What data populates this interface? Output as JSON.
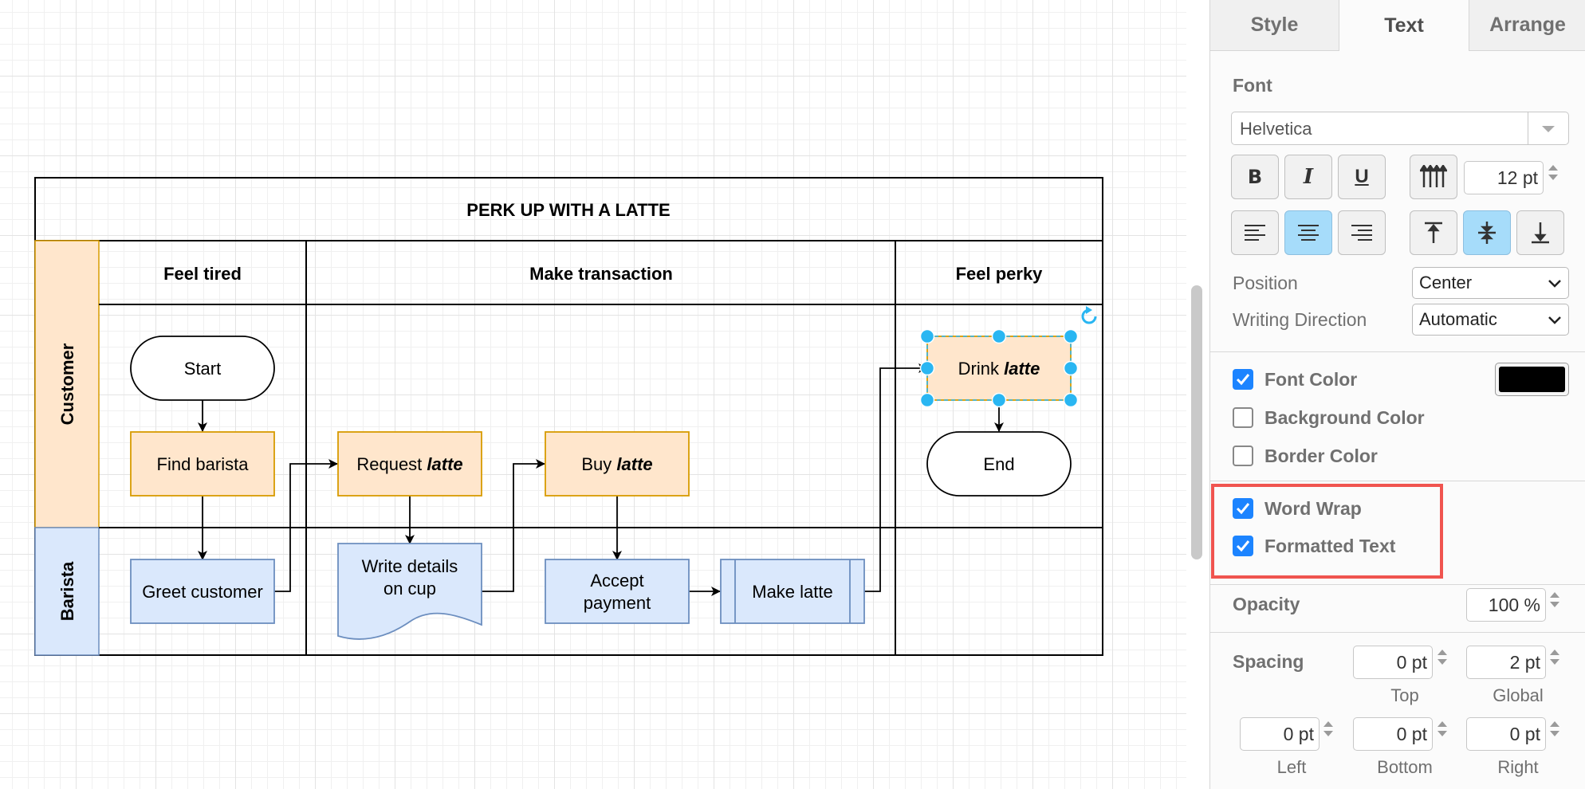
{
  "diagram": {
    "title": "PERK UP WITH A LATTE",
    "lanes": [
      "Customer",
      "Barista"
    ],
    "phases": [
      "Feel tired",
      "Make transaction",
      "Feel perky"
    ],
    "shapes": {
      "start": "Start",
      "find_barista": "Find barista",
      "request_prefix": "Request ",
      "request_italic": "latte",
      "buy_prefix": "Buy ",
      "buy_italic": "latte",
      "drink_prefix": "Drink ",
      "drink_italic": "latte",
      "end": "End",
      "greet": "Greet customer",
      "write_line1": "Write details",
      "write_line2": "on cup",
      "accept_line1": "Accept",
      "accept_line2": "payment",
      "make_latte": "Make latte"
    },
    "colors": {
      "orange_fill": "#ffe6cc",
      "orange_stroke": "#d79b00",
      "blue_fill": "#dae8fc",
      "blue_stroke": "#6c8ebf",
      "selection": "#29b6f2"
    }
  },
  "panel": {
    "tabs": [
      "Style",
      "Text",
      "Arrange"
    ],
    "active_tab": "Text",
    "font_label": "Font",
    "font_name": "Helvetica",
    "bold": "B",
    "italic": "I",
    "underline": "U",
    "font_size": "12 pt",
    "position_label": "Position",
    "position_value": "Center",
    "writing_direction_label": "Writing Direction",
    "writing_direction_value": "Automatic",
    "font_color_label": "Font Color",
    "font_color_value": "#000000",
    "background_color_label": "Background Color",
    "border_color_label": "Border Color",
    "word_wrap_label": "Word Wrap",
    "formatted_text_label": "Formatted Text",
    "highlight_color": "#f0544f",
    "opacity_label": "Opacity",
    "opacity_value": "100 %",
    "spacing_label": "Spacing",
    "spacing": {
      "top": "0 pt",
      "global": "2 pt",
      "left": "0 pt",
      "bottom": "0 pt",
      "right": "0 pt",
      "top_label": "Top",
      "global_label": "Global",
      "left_label": "Left",
      "bottom_label": "Bottom",
      "right_label": "Right"
    }
  }
}
